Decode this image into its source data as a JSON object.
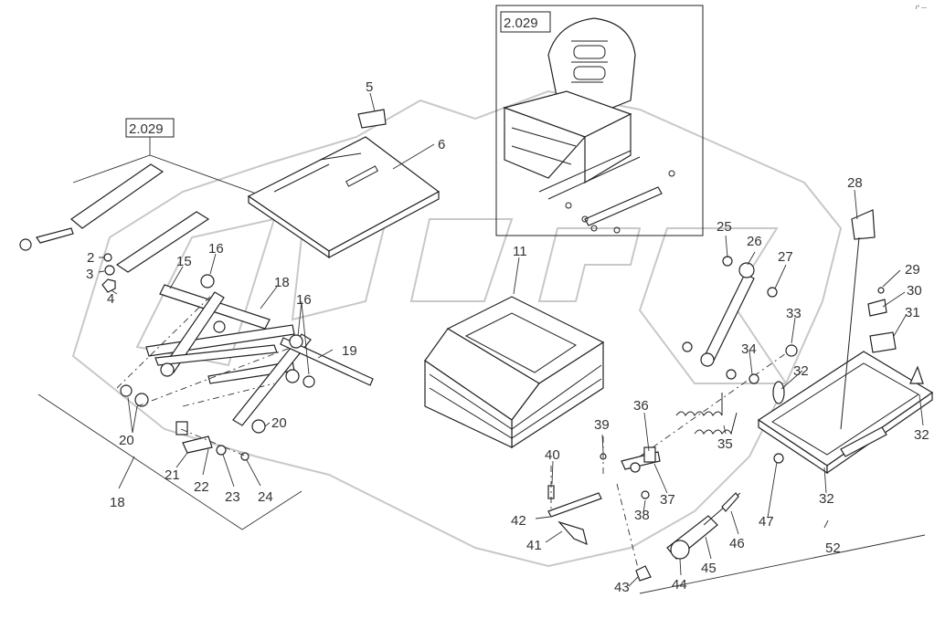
{
  "references": {
    "inset_ref": "2.029",
    "left_ref": "2.029"
  },
  "corner_mark": "r° ---",
  "callouts": {
    "p2": "2",
    "p3": "3",
    "p4": "4",
    "p5": "5",
    "p6": "6",
    "p11": "11",
    "p15": "15",
    "p16a": "16",
    "p16b": "16",
    "p18a": "18",
    "p18b": "18",
    "p19": "19",
    "p20a": "20",
    "p20b": "20",
    "p21": "21",
    "p22": "22",
    "p23": "23",
    "p24": "24",
    "p25": "25",
    "p26": "26",
    "p27": "27",
    "p28": "28",
    "p29": "29",
    "p30": "30",
    "p31": "31",
    "p32a": "32",
    "p32b": "32",
    "p32c": "32",
    "p33": "33",
    "p34": "34",
    "p35": "35",
    "p36": "36",
    "p37": "37",
    "p38": "38",
    "p39": "39",
    "p40": "40",
    "p41": "41",
    "p42": "42",
    "p43": "43",
    "p44": "44",
    "p45": "45",
    "p46": "46",
    "p47": "47",
    "p52": "52"
  }
}
